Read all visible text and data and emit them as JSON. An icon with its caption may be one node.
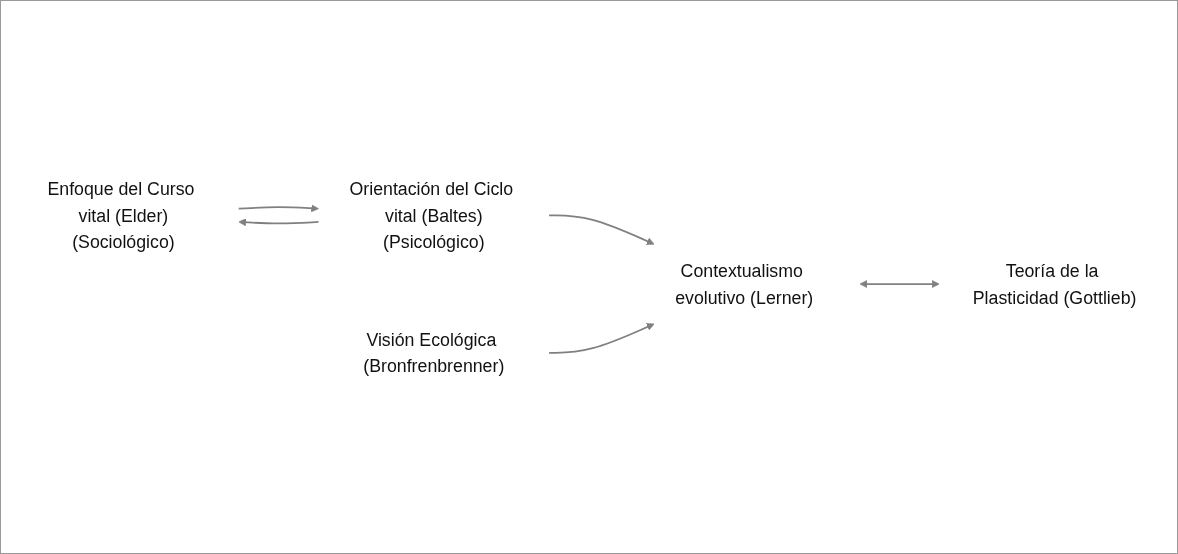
{
  "diagram": {
    "nodes": [
      {
        "text": [
          "Enfoque del Curso vital (Elder)",
          "(Sociológico)"
        ]
      },
      {
        "text": [
          "Orientación del Ciclo vital (Baltes)",
          "(Psicológico)"
        ]
      },
      {
        "text": [
          "Contextualismo evolutivo (Lerner)"
        ]
      },
      {
        "text": [
          "Visión Ecológica (Bronfrenbrenner)"
        ]
      },
      {
        "text": [
          "Teoría de la Plasticidad (Gottlieb)"
        ]
      }
    ],
    "edges": [
      {
        "from": 0,
        "to": 1,
        "arrow": "to"
      },
      {
        "from": 1,
        "to": 0,
        "arrow": "to"
      },
      {
        "from": 1,
        "to": 2,
        "arrow": "to"
      },
      {
        "from": 3,
        "to": 2,
        "arrow": "to"
      },
      {
        "from": 2,
        "to": 4,
        "arrow": "both"
      }
    ]
  }
}
